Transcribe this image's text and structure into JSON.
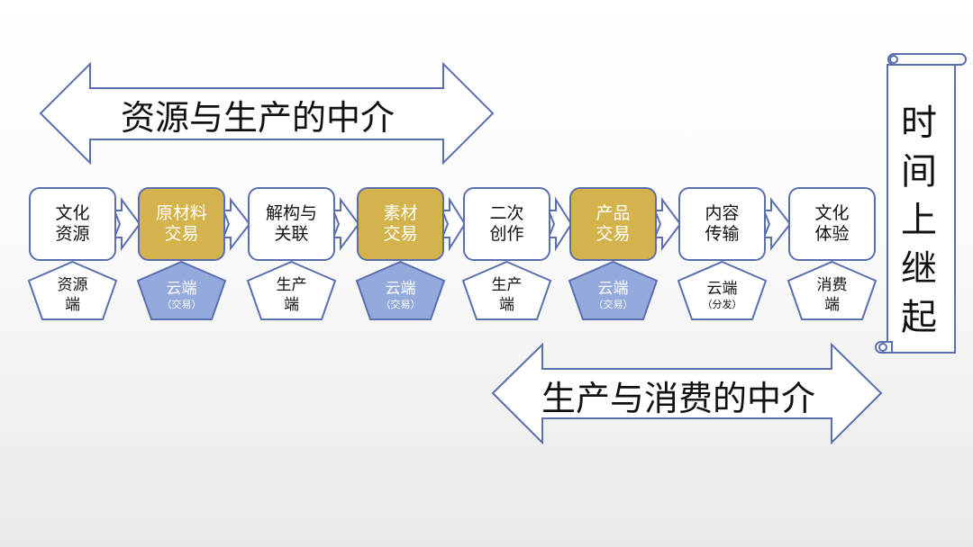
{
  "top_arrow": {
    "label": "资源与生产的中介"
  },
  "bottom_arrow": {
    "label": "生产与消费的中介"
  },
  "scroll": {
    "label": "时间上继起"
  },
  "steps": [
    {
      "line1": "文化",
      "line2": "资源",
      "style": "white",
      "base": "资源",
      "base2": "端",
      "base_style": "white"
    },
    {
      "line1": "原材料",
      "line2": "交易",
      "style": "gold",
      "base": "云端",
      "base_note": "（交易）",
      "base_style": "blue"
    },
    {
      "line1": "解构与",
      "line2": "关联",
      "style": "white",
      "base": "生产",
      "base2": "端",
      "base_style": "white"
    },
    {
      "line1": "素材",
      "line2": "交易",
      "style": "gold",
      "base": "云端",
      "base_note": "（交易）",
      "base_style": "blue"
    },
    {
      "line1": "二次",
      "line2": "创作",
      "style": "white",
      "base": "生产",
      "base2": "端",
      "base_style": "white"
    },
    {
      "line1": "产品",
      "line2": "交易",
      "style": "gold",
      "base": "云端",
      "base_note": "（交易）",
      "base_style": "blue"
    },
    {
      "line1": "内容",
      "line2": "传输",
      "style": "white",
      "base": "云端",
      "base_note": "（分发）",
      "base_style": "white"
    },
    {
      "line1": "文化",
      "line2": "体验",
      "style": "white",
      "base": "消费",
      "base2": "端",
      "base_style": "white"
    }
  ],
  "colors": {
    "stroke": "#5a6fae",
    "gold": "#d4b24c",
    "blue": "#94a9dc"
  }
}
